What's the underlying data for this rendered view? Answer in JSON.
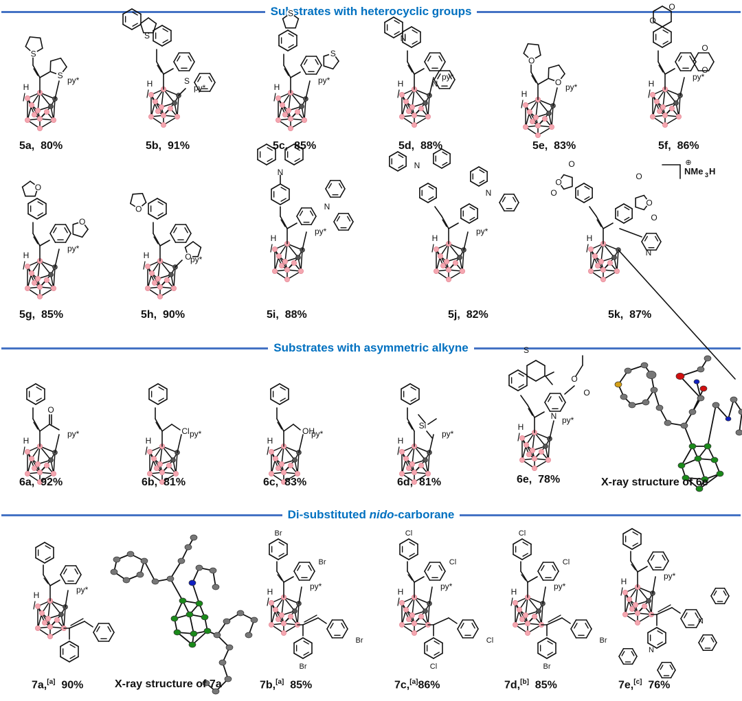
{
  "colors": {
    "header_text": "#0070c0",
    "header_line": "#4472c4",
    "boron_vertex": "#f4a7b0",
    "carbon_vertex": "#555555",
    "xray_carbon": "#777777",
    "xray_boron": "#1a8a1a",
    "xray_nitrogen": "#1020c0",
    "xray_oxygen": "#d01010",
    "xray_sulfur": "#d4a017"
  },
  "sections": [
    {
      "title": "Substrates with heterocyclic groups"
    },
    {
      "title_pre": "Di-substituted ",
      "title_italic": "nido",
      "title_post": "-carborane"
    },
    {
      "title": "Substrates with asymmetric alkyne"
    }
  ],
  "common": {
    "substituent_label": "py*",
    "bridging_h": "H",
    "counterion": "NMe3H",
    "counterion_main": "NMe",
    "counterion_sub": "3",
    "counterion_tail": "H",
    "charge": "⊕"
  },
  "compounds": [
    {
      "id": "5a",
      "yield": "80%",
      "note": "",
      "aryl": "2-thienyl",
      "atoms": [
        "S",
        "S"
      ]
    },
    {
      "id": "5b",
      "yield": "91%",
      "note": "",
      "aryl": "dibenzothiophen-4-yl",
      "atoms": [
        "S",
        "S"
      ]
    },
    {
      "id": "5c",
      "yield": "85%",
      "note": "",
      "aryl": "benzothiophen-5-yl",
      "atoms": [
        "S",
        "S"
      ]
    },
    {
      "id": "5d",
      "yield": "88%",
      "note": "",
      "aryl": "quinolin-8-yl",
      "atoms": [
        "N",
        "N"
      ]
    },
    {
      "id": "5e",
      "yield": "83%",
      "note": "",
      "aryl": "2-furyl",
      "atoms": [
        "O",
        "O"
      ]
    },
    {
      "id": "5f",
      "yield": "86%",
      "note": "",
      "aryl": "2,3-dihydrobenzo[1,4]dioxin-6-yl",
      "atoms": [
        "O",
        "O",
        "O",
        "O"
      ]
    },
    {
      "id": "5g",
      "yield": "85%",
      "note": "",
      "aryl": "benzofuran-5-yl",
      "atoms": [
        "O",
        "O"
      ]
    },
    {
      "id": "5h",
      "yield": "90%",
      "note": "",
      "aryl": "benzofuran-7-yl",
      "atoms": [
        "O",
        "O"
      ]
    },
    {
      "id": "5i",
      "yield": "88%",
      "note": "",
      "aryl": "4-(carbazol-9-yl)phenyl",
      "atoms": [
        "N",
        "N"
      ]
    },
    {
      "id": "5j",
      "yield": "82%",
      "note": "",
      "aryl": "9-phenylcarbazol-3-yl",
      "atoms": [
        "N",
        "N"
      ]
    },
    {
      "id": "5k",
      "yield": "87%",
      "note": "",
      "aryl": "phthalic anhydride-4-yl",
      "atoms": [
        "O",
        "O",
        "O",
        "O",
        "O",
        "O",
        "N"
      ]
    },
    {
      "id": "6a",
      "yield": "92%",
      "note": "",
      "substituent": "C(O)CH3",
      "atoms": [
        "O"
      ]
    },
    {
      "id": "6b",
      "yield": "81%",
      "note": "",
      "substituent": "CH2Cl",
      "atoms": [
        "Cl"
      ]
    },
    {
      "id": "6c",
      "yield": "83%",
      "note": "",
      "substituent": "CH2OH",
      "atoms": [
        "OH"
      ]
    },
    {
      "id": "6d",
      "yield": "81%",
      "note": "",
      "substituent": "SiMe3",
      "atoms": [
        "Si"
      ]
    },
    {
      "id": "6e",
      "yield": "78%",
      "note": "",
      "substituent": "ethyl nicotinate",
      "atoms": [
        "S",
        "O",
        "O",
        "N"
      ]
    },
    {
      "id": "7a",
      "yield": "90%",
      "note": "[a]",
      "atoms": []
    },
    {
      "id": "7b",
      "yield": "85%",
      "note": "[a]",
      "atoms": [
        "Br",
        "Br",
        "Br",
        "Br"
      ]
    },
    {
      "id": "7c",
      "yield": "86%",
      "note": "[a]",
      "atoms": [
        "Cl",
        "Cl",
        "Cl",
        "Cl"
      ]
    },
    {
      "id": "7d",
      "yield": "85%",
      "note": "[b]",
      "atoms": [
        "Cl",
        "Cl",
        "Br",
        "Br"
      ]
    },
    {
      "id": "7e",
      "yield": "76%",
      "note": "[c]",
      "atoms": [
        "N",
        "N"
      ]
    }
  ],
  "xray": [
    {
      "label": "X-ray structure of 6e"
    },
    {
      "label": "X-ray structure of 7a"
    }
  ]
}
